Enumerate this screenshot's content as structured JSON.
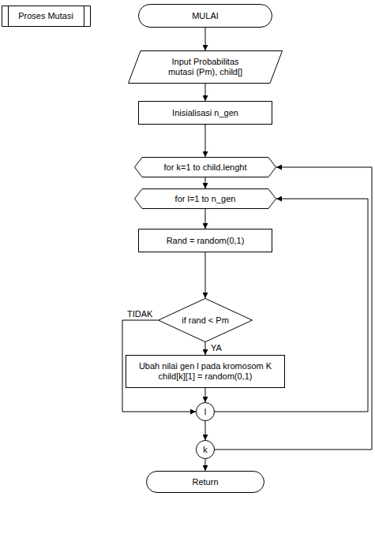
{
  "diagram": {
    "nodes": [
      {
        "text": [
          "Proses Mutasi"
        ]
      },
      {
        "text": [
          "MULAI"
        ]
      },
      {
        "text": [
          "Input Probabilitas mutasi (Pm), child[]"
        ]
      },
      {
        "text": [
          "Inisialisasi n_gen"
        ]
      },
      {
        "text": [
          "for k=1 to child.lenght"
        ]
      },
      {
        "text": [
          "for l=1 to n_gen"
        ]
      },
      {
        "text": [
          "Rand = random(0,1)"
        ]
      },
      {
        "text": [
          "if rand < Pm"
        ]
      },
      {
        "text": [
          "Ubah nilai gen l pada kromosom K child[k][1] = random(0,1)"
        ]
      },
      {
        "text": [
          "l"
        ]
      },
      {
        "text": [
          "k"
        ]
      },
      {
        "text": [
          "Return"
        ]
      }
    ],
    "edges": [
      {
        "from": 1,
        "to": 2,
        "arrow": "to"
      },
      {
        "from": 2,
        "to": 3,
        "arrow": "to"
      },
      {
        "from": 3,
        "to": 4,
        "arrow": "to"
      },
      {
        "from": 4,
        "to": 5,
        "arrow": "to"
      },
      {
        "from": 5,
        "to": 6,
        "arrow": "to"
      },
      {
        "from": 6,
        "to": 7,
        "arrow": "to"
      },
      {
        "from": 7,
        "to": 8,
        "label": "YA",
        "arrow": "to"
      },
      {
        "from": 7,
        "to": 9,
        "label": "TIDAK",
        "arrow": "to"
      },
      {
        "from": 8,
        "to": 9,
        "arrow": "to"
      },
      {
        "from": 9,
        "to": 5,
        "arrow": "to"
      },
      {
        "from": 9,
        "to": 10,
        "arrow": "to"
      },
      {
        "from": 10,
        "to": 4,
        "arrow": "to"
      },
      {
        "from": 10,
        "to": 11,
        "arrow": "to"
      }
    ]
  }
}
